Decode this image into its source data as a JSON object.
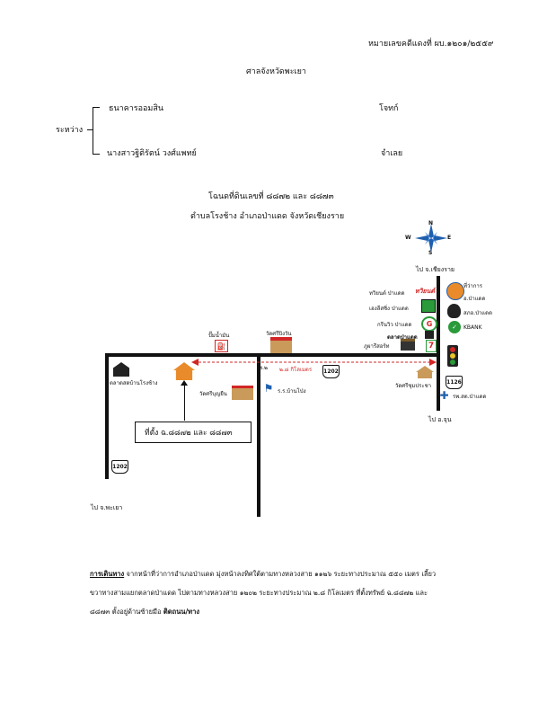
{
  "header": {
    "case_no": "หมายเลขคดีแดงที่ ผบ.๑๒๐๑/๒๕๕๙",
    "court": "ศาลจังหวัดพะเยา"
  },
  "parties": {
    "between": "ระหว่าง",
    "plaintiff_name": "ธนาคารออมสิน",
    "plaintiff_role": "โจทก์",
    "defendant_name": "นางสาวฐิติรัตน์  วงศ์แพทย์",
    "defendant_role": "จำเลย"
  },
  "title": {
    "line1": "โฉนดที่ดินเลขที่ ๘๘๗๒ และ ๘๘๗๓",
    "line2": "ตำบลโรงช้าง อำเภอป่าแดด จังหวัดเชียงราย"
  },
  "map": {
    "compass": {
      "n": "N",
      "e": "E",
      "w": "W",
      "s": "S"
    },
    "to_chiangrai": "ไป จ.เชียงราย",
    "to_jun": "ไป อ.จุน",
    "to_phayao": "ไป จ.พะเยา",
    "district_office": "ที่ว่าการ",
    "district_office_2": "อ.ป่าแดด",
    "police": "สภอ.ป่าแดด",
    "kbank": "KBANK",
    "twin": "ทวิยนต์ ป่าแดด",
    "twin_logo": "ทวิยนต์",
    "kasikorn": "เฮงลีสซิ่ง ป่าแดด",
    "green": "กรีนวิว ป่าแดด",
    "market": "ตลาดป่าแดด",
    "poonrat": "ภูผารีสอร์ท",
    "seven": "7",
    "gas": "ปั๊มน้ำมัน",
    "wat_pingwan": "วัดศรีปิงวัน",
    "wat_boonyuen": "วัดศรีบุญยืน",
    "school": "ร.ร.บ้านโป่ง",
    "wat_choom": "วัดศรีชุมประชา",
    "hospital": "รพ.สต.ป่าแดด",
    "market_rongchang": "ตลาดสดบ้านโรงช้าง",
    "junction_label": "ซ.๒",
    "distance": "๒.๘ กิโลเมตร",
    "route_1202a": "1202",
    "route_1202b": "1202",
    "route_1126": "1126",
    "location_box": "ที่ตั้ง  ฉ.๘๘๗๒  และ  ๘๘๗๓"
  },
  "directions": {
    "heading": "การเดินทาง",
    "line1_a": " จากหน้าที่ว่าการอำเภอป่าแดด มุ่งหน้าลงทิศใต้ตามทางหลวงสาย ๑๑๒๖ ระยะทางประมาณ ๕๕๐ เมตร เลี้ยว",
    "line2": "ขวาทางสามแยกตลาดป่าแดด ไปตามทางหลวงสาย ๑๒๐๒ ระยะทางประมาณ ๒.๘ กิโลเมตร ที่ตั้งทรัพย์ ฉ.๘๘๗๒ และ",
    "line3_a": "๘๘๗๓ ตั้งอยู่ด้านซ้ายมือ ",
    "line3_b": "ติดถนน/ทาง"
  },
  "colors": {
    "red": "#d22626",
    "orange": "#e98b2a",
    "green": "#2a9a3a",
    "blue": "#1f5fae"
  }
}
